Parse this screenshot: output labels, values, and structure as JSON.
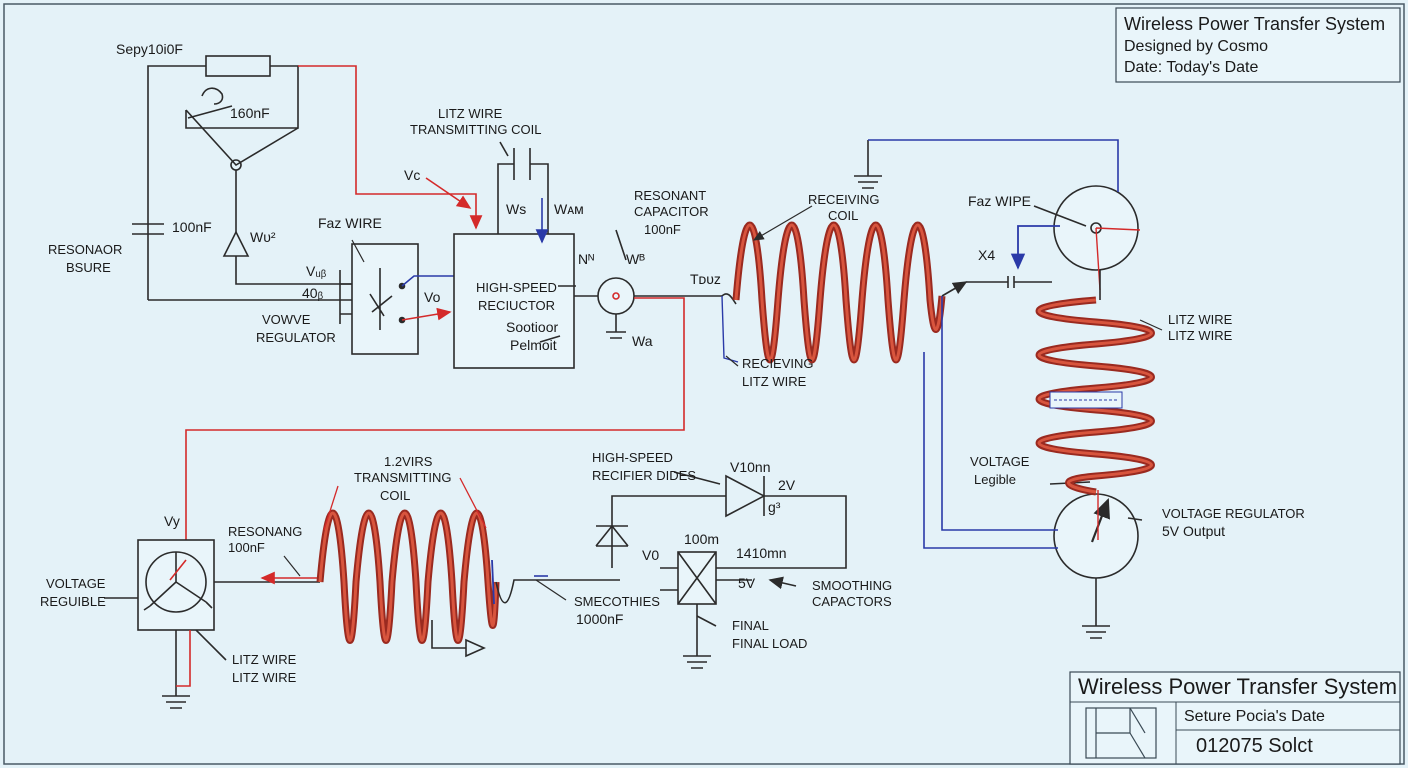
{
  "title_block": {
    "title": "Wireless Power Transfer System",
    "designer": "Designed by Cosmo",
    "date": "Date: Today's Date"
  },
  "bottom_block": {
    "title": "Wireless Power Transfer System",
    "subtitle": "Seture Pocia's Date",
    "number": "012075 Solct"
  },
  "labels": {
    "setup": "Sepy10i0F",
    "cap_160": "160nF",
    "cap_100": "100nF",
    "resonator_1": "RESONAOR",
    "resonator_2": "BSURE",
    "w_u": "Wυ²",
    "faz_wire_1": "Faz WIRE",
    "v_tb": "Vᵤᵦ",
    "v_40": "40ᵦ",
    "vowe_1": "VOWVE",
    "vowe_2": "REGULATOR",
    "v_c": "Vc",
    "v_o": "Vo",
    "litz_tx_1": "LITZ WIRE",
    "litz_tx_2": "TRANSMITTING COIL",
    "w_s": "Ws",
    "w_am": "Wᴀᴍ",
    "hs_1": "HIGH-SPEED",
    "hs_2": "RECIUCTOR",
    "hs_3": "Sootioor",
    "hs_4": "Pelmoit",
    "n_n": "Nᴺ",
    "res_cap_1": "RESONANT",
    "res_cap_2": "CAPACITOR",
    "res_cap_3": "100nF",
    "w_b": "Wᴮ",
    "w_a": "Wa",
    "t_duz": "Tᴅᴜᴢ",
    "recv_coil_1": "RECEIVING",
    "recv_coil_2": "COIL",
    "recv_litz_1": "RECIEVING",
    "recv_litz_2": "LITZ WIRE",
    "faz_wipe": "Faz WIPE",
    "x4": "X4",
    "litz_r_1": "LITZ WIRE",
    "litz_r_2": "LITZ WIRE",
    "volt_leg_1": "VOLTAGE",
    "volt_leg_2": "Legible",
    "vreg_out_1": "VOLTAGE REGULATOR",
    "vreg_out_2": "5V Output",
    "tx12_1": "1.2VIRS",
    "tx12_2": "TRANSMITTING",
    "tx12_3": "COIL",
    "resonang_1": "RESONANG",
    "resonang_2": "100nF",
    "vy": "Vy",
    "volt_reg_1": "VOLTAGE",
    "volt_reg_2": "REGUIBLE",
    "litz_b_1": "LITZ WIRE",
    "litz_b_2": "LITZ WIRE",
    "smeoth_1": "SMECOTHIES",
    "smeoth_2": "1000nF",
    "rect_1": "HIGH-SPEED",
    "rect_2": "RECIFIER DIDES",
    "v10nn": "V10nn",
    "v2": "2V",
    "g3": "g³",
    "m100": "100m",
    "v0": "V0",
    "m1410": "1410mn",
    "v5": "5V",
    "smooth_cap_1": "SMOOTHING",
    "smooth_cap_2": "CAPACTORS",
    "final_1": "FINAL",
    "final_2": "FINAL LOAD"
  },
  "colors": {
    "wire": "#2b2b2b",
    "red_wire": "#d42a2a",
    "blue_wire": "#2a3aa8",
    "coil": "#c23a2a",
    "background": "#e4f2f8"
  }
}
